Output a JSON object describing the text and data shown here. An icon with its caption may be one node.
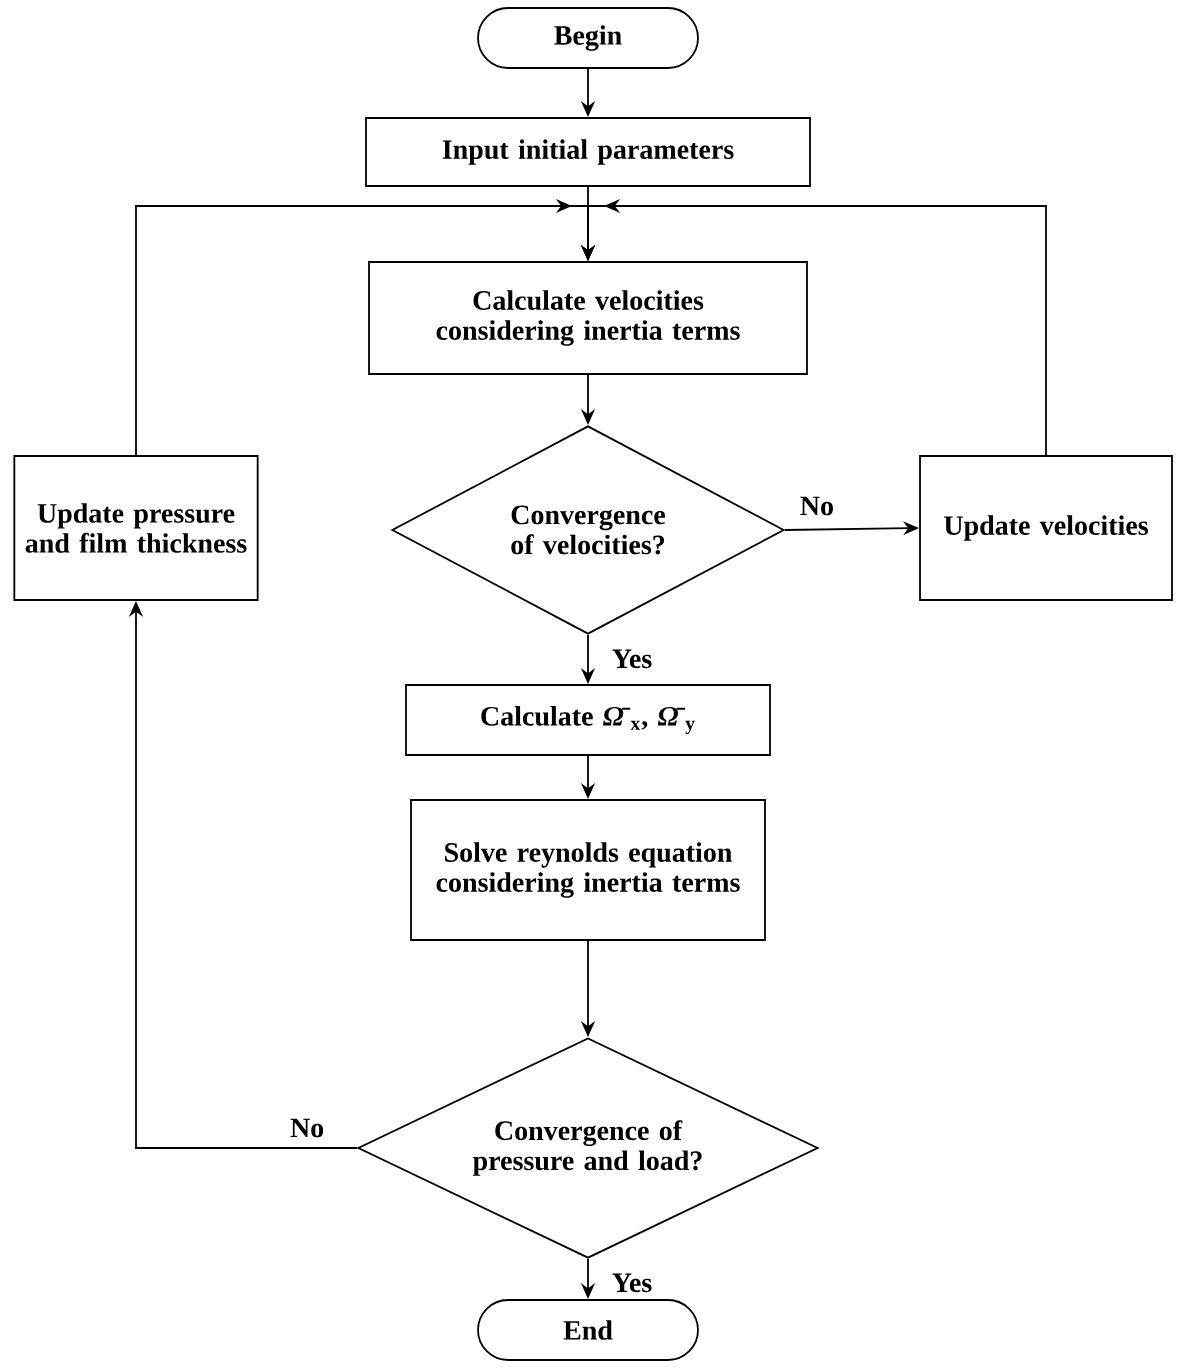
{
  "diagram": {
    "nodes": [
      {
        "text": [
          "Begin"
        ]
      },
      {
        "text": [
          "Input initial parameters"
        ]
      },
      {
        "text": [
          "Calculate velocities considering inertia terms"
        ]
      },
      {
        "text": [
          "Convergence of velocities?"
        ]
      },
      {
        "text": [
          "Update velocities"
        ]
      },
      {
        "text": [
          "Update pressure and film thickness"
        ]
      },
      {
        "text": [
          "Calculate *Ω̄*$_{x}$, *Ω̄*$_{y}$"
        ]
      },
      {
        "text": [
          "Solve reynolds equation considering inertia terms"
        ]
      },
      {
        "text": [
          "Convergence of pressure and load?"
        ]
      },
      {
        "text": [
          "End"
        ]
      }
    ],
    "edges": [
      {
        "from": 0,
        "to": 1,
        "arrow": "to"
      },
      {
        "from": 1,
        "to": 2,
        "arrow": "to"
      },
      {
        "from": 2,
        "to": 3,
        "arrow": "to"
      },
      {
        "from": 3,
        "to": 4,
        "arrow": "to",
        "label": "No"
      },
      {
        "from": 3,
        "to": 6,
        "arrow": "to",
        "label": "Yes"
      },
      {
        "from": 4,
        "to": 2,
        "arrow": "to"
      },
      {
        "from": 5,
        "to": 2,
        "arrow": "to"
      },
      {
        "from": 6,
        "to": 7,
        "arrow": "to"
      },
      {
        "from": 7,
        "to": 8,
        "arrow": "to"
      },
      {
        "from": 8,
        "to": 5,
        "arrow": "to",
        "label": "No"
      },
      {
        "from": 8,
        "to": 9,
        "arrow": "to",
        "label": "Yes"
      }
    ]
  }
}
